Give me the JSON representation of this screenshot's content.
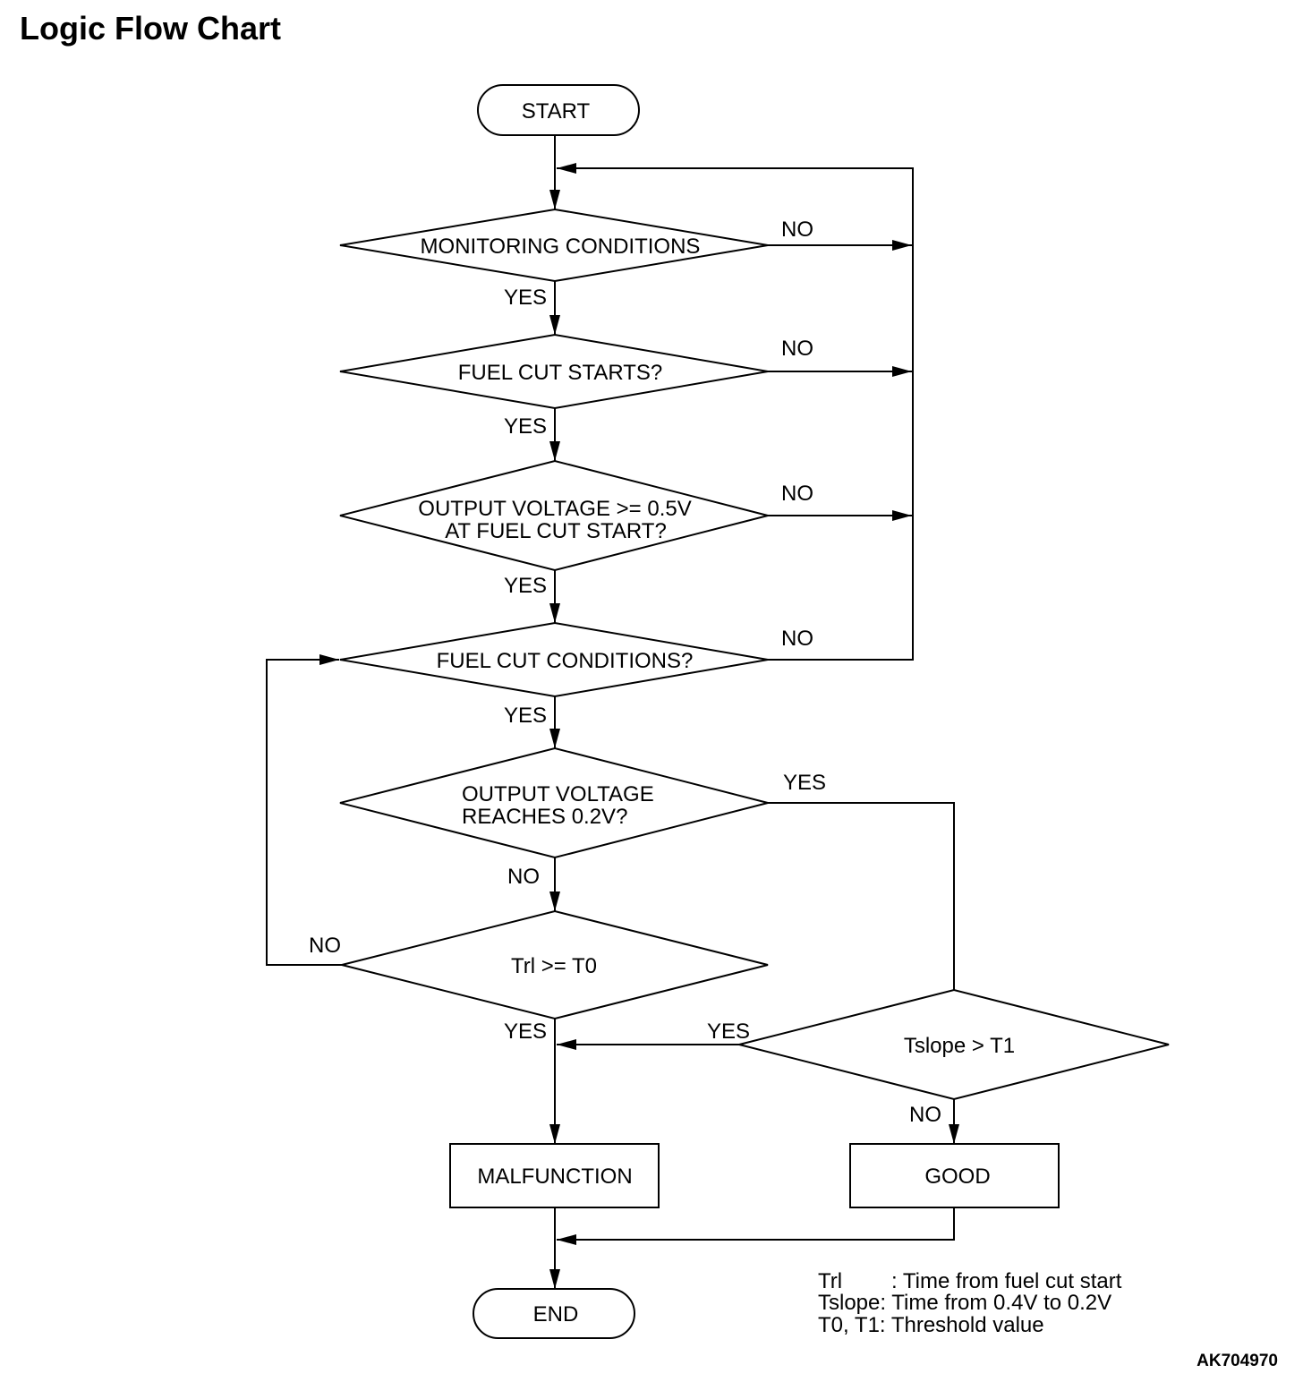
{
  "title": "Logic Flow Chart",
  "colors": {
    "ink": "#000000",
    "paper": "#ffffff"
  },
  "nodes": {
    "start": {
      "label": "START"
    },
    "monitoring_conditions": {
      "label": "MONITORING CONDITIONS",
      "yes": "YES",
      "no": "NO"
    },
    "fuel_cut_starts": {
      "label": "FUEL CUT STARTS?",
      "yes": "YES",
      "no": "NO"
    },
    "output_voltage_at_start": {
      "lines": [
        "OUTPUT VOLTAGE >= 0.5V",
        "AT FUEL CUT START?"
      ],
      "yes": "YES",
      "no": "NO"
    },
    "fuel_cut_conditions": {
      "label": "FUEL CUT CONDITIONS?",
      "yes": "YES",
      "no": "NO"
    },
    "output_voltage_reaches": {
      "lines": [
        "OUTPUT VOLTAGE",
        "REACHES 0.2V?"
      ],
      "yes": "YES",
      "no": "NO"
    },
    "trl_check": {
      "label": "Trl >= T0",
      "yes": "YES",
      "no": "NO"
    },
    "tslope_check": {
      "label": "Tslope > T1",
      "yes": "YES",
      "no": "NO"
    },
    "malfunction": {
      "label": "MALFUNCTION"
    },
    "good": {
      "label": "GOOD"
    },
    "end": {
      "label": "END"
    }
  },
  "legend": [
    {
      "term": "Trl",
      "definition": ": Time from fuel cut start"
    },
    {
      "term": "Tslope",
      "definition": ": Time from 0.4V to 0.2V"
    },
    {
      "term": "T0, T1",
      "definition": ": Threshold value"
    }
  ],
  "figure_code": "AK704970"
}
